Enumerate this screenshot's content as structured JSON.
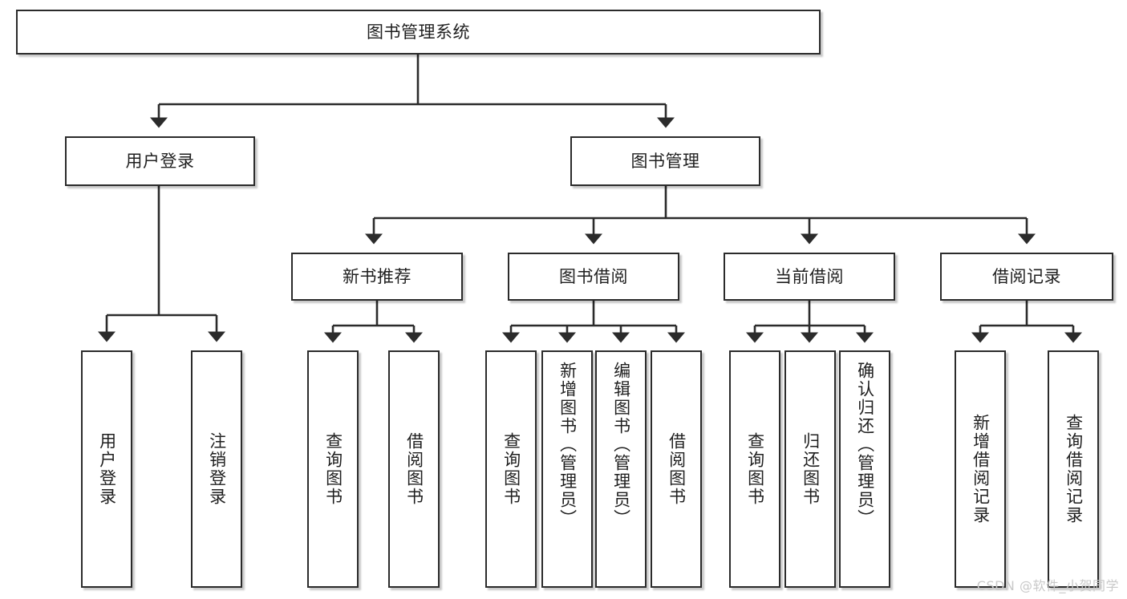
{
  "diagram": {
    "title": "图书管理系统",
    "type": "tree",
    "background_color": "#ffffff",
    "line_color": "#2b2b2b",
    "text_color": "#1f1f1f"
  },
  "nodes": {
    "root": {
      "label": "图书管理系统",
      "orientation": "horizontal"
    },
    "level2": [
      {
        "id": "user-login",
        "label": "用户登录",
        "orientation": "horizontal"
      },
      {
        "id": "book-manage",
        "label": "图书管理",
        "orientation": "horizontal"
      }
    ],
    "level3": [
      {
        "id": "new-book-recommend",
        "label": "新书推荐",
        "orientation": "horizontal"
      },
      {
        "id": "book-borrow",
        "label": "图书借阅",
        "orientation": "horizontal"
      },
      {
        "id": "current-borrow",
        "label": "当前借阅",
        "orientation": "horizontal"
      },
      {
        "id": "borrow-record",
        "label": "借阅记录",
        "orientation": "horizontal"
      }
    ],
    "leaves": {
      "user-login": [
        {
          "id": "leaf-user-login",
          "label": "用户登录",
          "orientation": "vertical"
        },
        {
          "id": "leaf-logout-login",
          "label": "注销登录",
          "orientation": "vertical"
        }
      ],
      "new-book-recommend": [
        {
          "id": "leaf-query-book-1",
          "label": "查询图书",
          "orientation": "vertical"
        },
        {
          "id": "leaf-borrow-book-1",
          "label": "借阅图书",
          "orientation": "vertical"
        }
      ],
      "book-borrow": [
        {
          "id": "leaf-query-book-2",
          "label": "查询图书",
          "orientation": "vertical"
        },
        {
          "id": "leaf-add-book-admin",
          "label": "新增图书（管理员）",
          "orientation": "vertical"
        },
        {
          "id": "leaf-edit-book-admin",
          "label": "编辑图书（管理员）",
          "orientation": "vertical"
        },
        {
          "id": "leaf-borrow-book-2",
          "label": "借阅图书",
          "orientation": "vertical"
        }
      ],
      "current-borrow": [
        {
          "id": "leaf-query-book-3",
          "label": "查询图书",
          "orientation": "vertical"
        },
        {
          "id": "leaf-return-book",
          "label": "归还图书",
          "orientation": "vertical"
        },
        {
          "id": "leaf-confirm-return-admin",
          "label": "确认归还（管理员）",
          "orientation": "vertical"
        }
      ],
      "borrow-record": [
        {
          "id": "leaf-add-borrow-record",
          "label": "新增借阅记录",
          "orientation": "vertical"
        },
        {
          "id": "leaf-query-borrow-record",
          "label": "查询借阅记录",
          "orientation": "vertical"
        }
      ]
    }
  },
  "watermark": {
    "text": "CSDN @软件_小贺同学"
  }
}
